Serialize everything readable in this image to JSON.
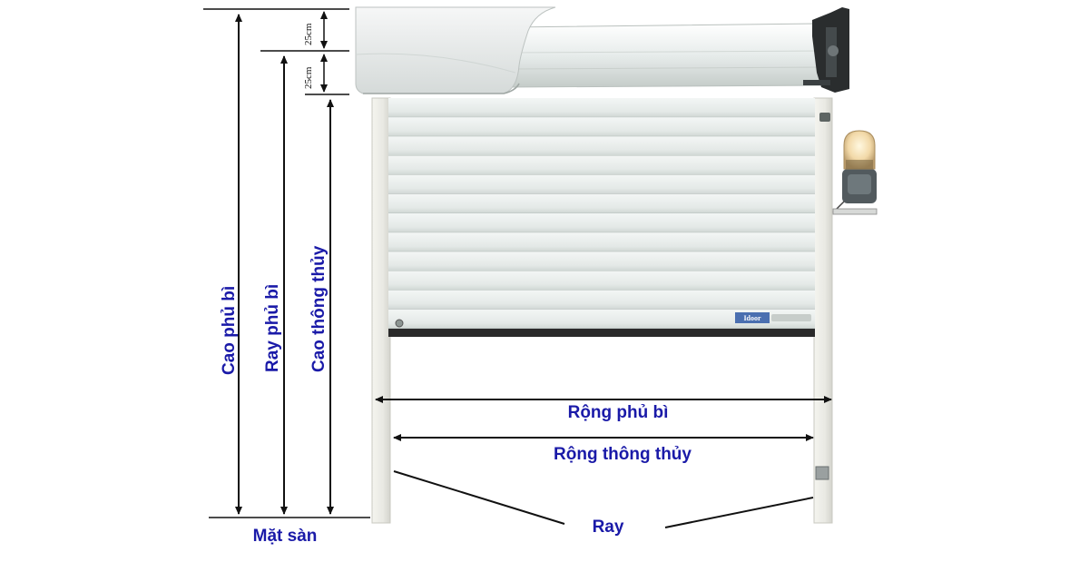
{
  "labels": {
    "cao_phu_bi": "Cao phủ bì",
    "ray_phu_bi": "Ray phủ bì",
    "cao_thong_thuy": "Cao thông thủy",
    "rong_phu_bi": "Rộng phủ bì",
    "rong_thong_thuy": "Rộng thông thủy",
    "ray": "Ray",
    "mat_san": "Mặt sàn",
    "dim_top": "25cm",
    "dim_second": "25cm",
    "brand": "Idoor"
  },
  "colors": {
    "label_blue": "#1a1aa8",
    "line_black": "#111111",
    "door_slat": "#e6ebe9",
    "door_slat_shadow": "#c9d0cd",
    "frame": "#efefe9",
    "motor_cover": "#e3e7e6"
  }
}
